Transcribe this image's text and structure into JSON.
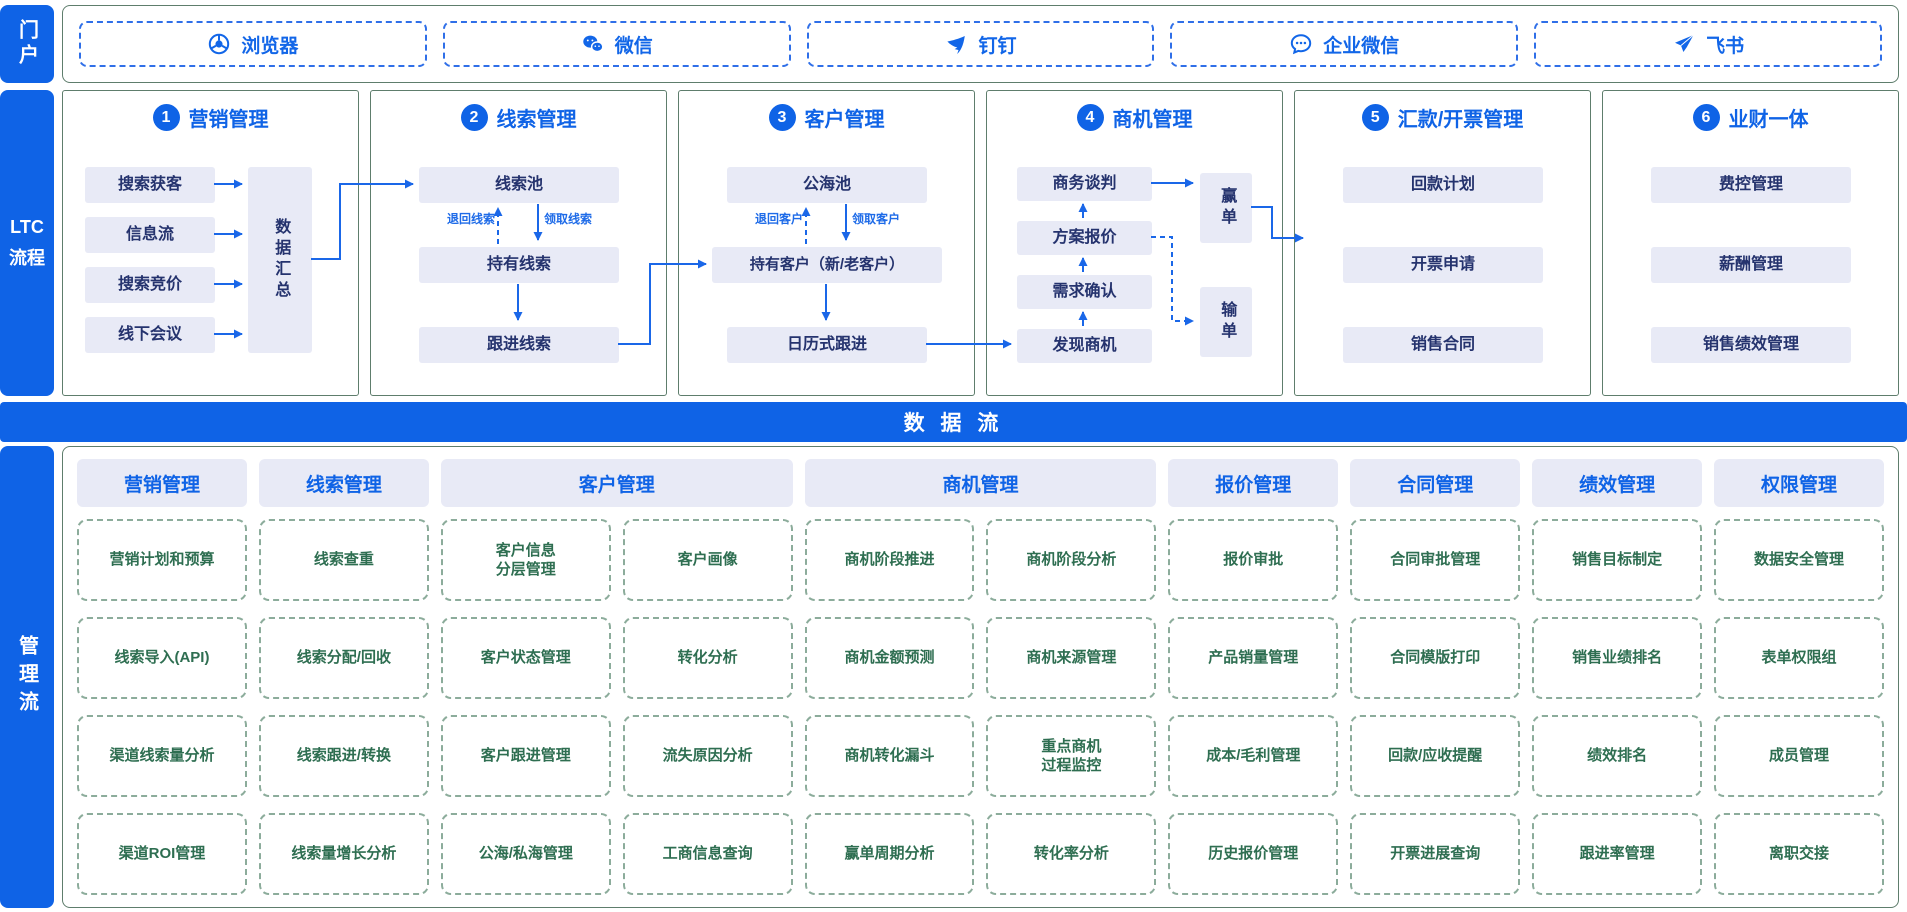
{
  "palette": {
    "accent_blue": "#0f63e6",
    "box_lavender": "#e8eaf6",
    "box_text_navy": "#25336e",
    "frame_green": "#5e7d6c",
    "item_dash_green": "#8cac9b",
    "item_text_green": "#2e6e51"
  },
  "portal": {
    "rail_label": "门户",
    "items": [
      {
        "icon": "chrome-browser-icon",
        "label": "浏览器"
      },
      {
        "icon": "wechat-icon",
        "label": "微信"
      },
      {
        "icon": "dingtalk-icon",
        "label": "钉钉"
      },
      {
        "icon": "wecom-icon",
        "label": "企业微信"
      },
      {
        "icon": "feishu-icon",
        "label": "飞书"
      }
    ]
  },
  "ltc": {
    "rail_line1": "LTC",
    "rail_line2": "流程",
    "columns": [
      {
        "num": "1",
        "title": "营销管理",
        "sources": [
          "搜索获客",
          "信息流",
          "搜索竞价",
          "线下会议"
        ],
        "aggregate": "数据汇总"
      },
      {
        "num": "2",
        "title": "线索管理",
        "pool": "线索池",
        "hold": "持有线索",
        "follow": "跟进线索",
        "return_label": "退回线索",
        "claim_label": "领取线索"
      },
      {
        "num": "3",
        "title": "客户管理",
        "pool": "公海池",
        "hold": "持有客户（新/老客户）",
        "follow": "日历式跟进",
        "return_label": "退回客户",
        "claim_label": "领取客户"
      },
      {
        "num": "4",
        "title": "商机管理",
        "stages": [
          "商务谈判",
          "方案报价",
          "需求确认",
          "发现商机"
        ],
        "win": "赢单",
        "lose": "输单"
      },
      {
        "num": "5",
        "title": "汇款/开票管理",
        "items": [
          "回款计划",
          "开票申请",
          "销售合同"
        ]
      },
      {
        "num": "6",
        "title": "业财一体",
        "items": [
          "费控管理",
          "薪酬管理",
          "销售绩效管理"
        ]
      }
    ]
  },
  "dataflow": {
    "label": "数 据 流"
  },
  "management": {
    "rail_label": "管理流",
    "columns": [
      {
        "title": "营销管理",
        "wide": false,
        "items": [
          "营销计划和预算",
          "线索导入(API)",
          "渠道线索量分析",
          "渠道ROI管理"
        ]
      },
      {
        "title": "线索管理",
        "wide": false,
        "items": [
          "线索查重",
          "线索分配/回收",
          "线索跟进/转换",
          "线索量增长分析"
        ]
      },
      {
        "title": "客户管理",
        "wide": true,
        "items": [
          "客户信息\n分层管理",
          "客户画像",
          "客户状态管理",
          "转化分析",
          "客户跟进管理",
          "流失原因分析",
          "公海/私海管理",
          "工商信息查询"
        ]
      },
      {
        "title": "商机管理",
        "wide": true,
        "items": [
          "商机阶段推进",
          "商机阶段分析",
          "商机金额预测",
          "商机来源管理",
          "商机转化漏斗",
          "重点商机\n过程监控",
          "赢单周期分析",
          "转化率分析"
        ]
      },
      {
        "title": "报价管理",
        "wide": false,
        "items": [
          "报价审批",
          "产品销量管理",
          "成本/毛利管理",
          "历史报价管理"
        ]
      },
      {
        "title": "合同管理",
        "wide": false,
        "items": [
          "合同审批管理",
          "合同模版打印",
          "回款/应收提醒",
          "开票进展查询"
        ]
      },
      {
        "title": "绩效管理",
        "wide": false,
        "items": [
          "销售目标制定",
          "销售业绩排名",
          "绩效排名",
          "跟进率管理"
        ]
      },
      {
        "title": "权限管理",
        "wide": false,
        "items": [
          "数据安全管理",
          "表单权限组",
          "成员管理",
          "离职交接"
        ]
      }
    ]
  }
}
